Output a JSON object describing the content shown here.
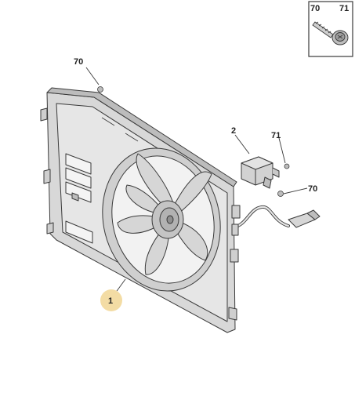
{
  "inset": {
    "label_left": "70",
    "label_right": "71",
    "icon": "screw-with-washer-icon"
  },
  "callouts": {
    "screw_top": "70",
    "relay": "2",
    "relay_screw": "71",
    "harness_screw": "70",
    "fan_assembly": "1"
  },
  "colors": {
    "line": "#3a3a3a",
    "part_fill": "#d9d9d9",
    "highlight_badge": "#f3dca4"
  }
}
